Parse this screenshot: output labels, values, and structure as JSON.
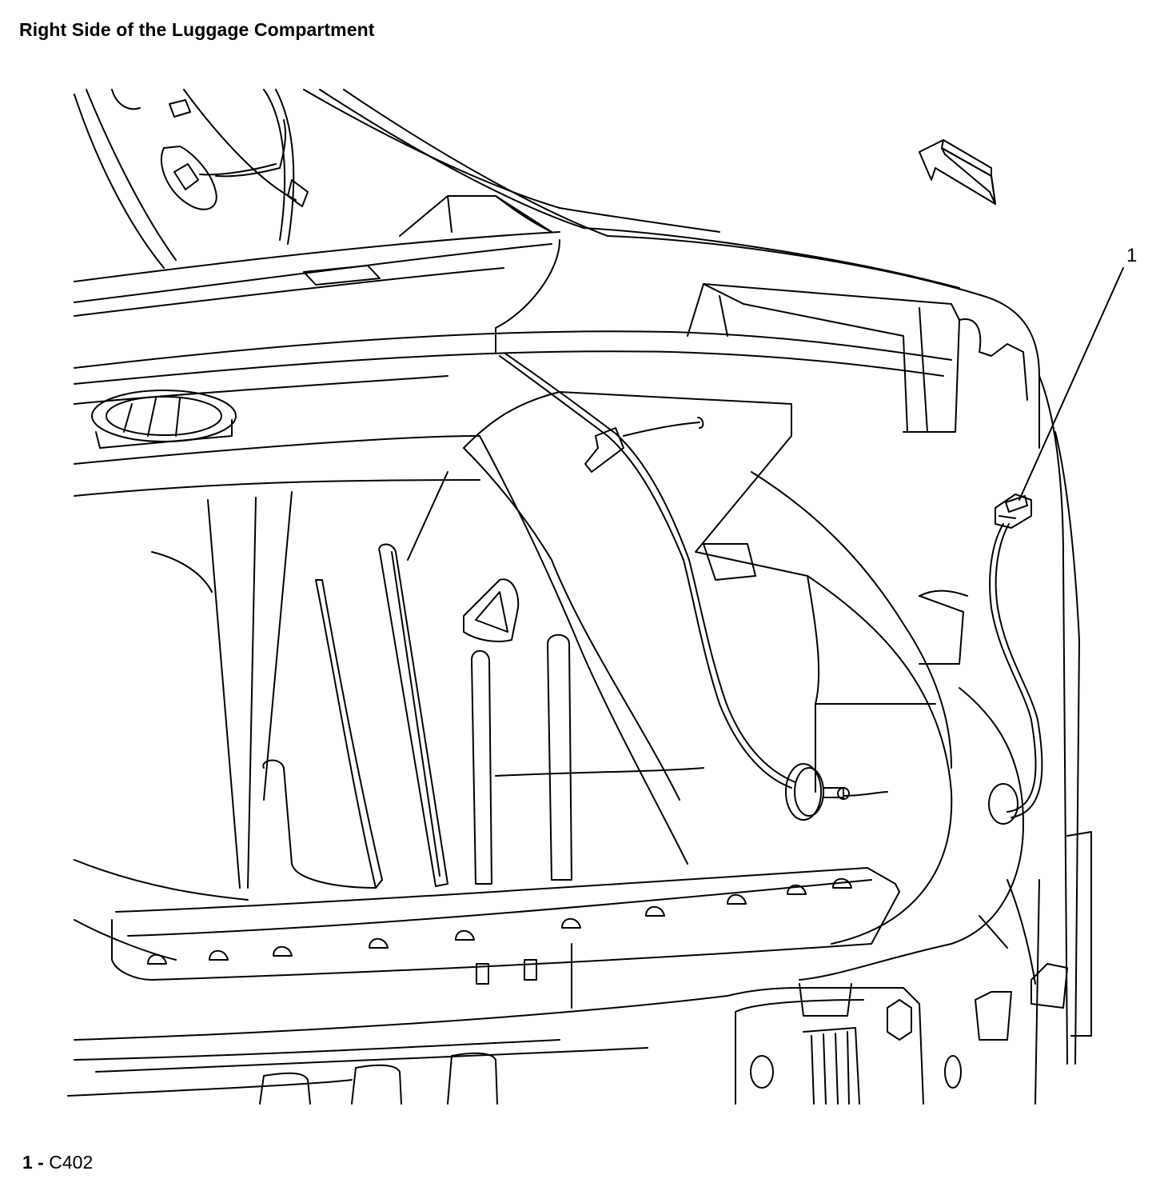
{
  "title": "Right Side of the Luggage Compartment",
  "callouts": [
    {
      "number": "1",
      "label": "C402"
    }
  ],
  "legend": [
    {
      "number": "1",
      "separator": " - ",
      "label": "C402"
    }
  ],
  "icons": {
    "direction_arrow": "forward-arrow-icon",
    "connector": "connector-icon"
  }
}
